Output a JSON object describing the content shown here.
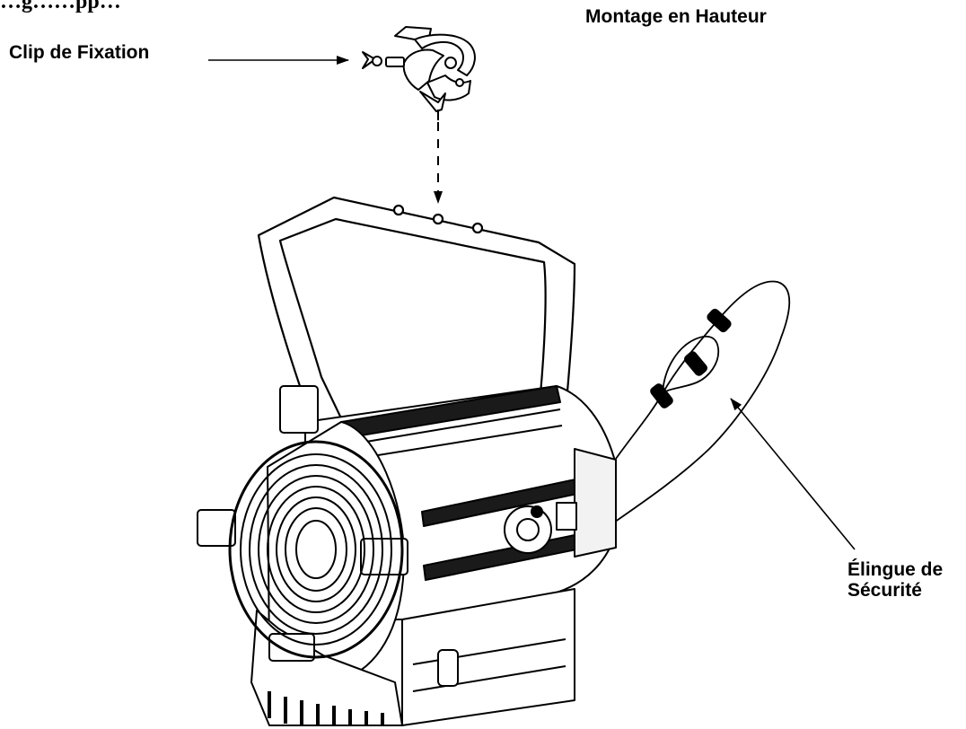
{
  "heading_partial": "…g……pp…",
  "labels": {
    "montage": "Montage en Hauteur",
    "clip": "Clip de Fixation",
    "elingue_line1": "Élingue de",
    "elingue_line2": "Sécurité"
  },
  "colors": {
    "ink": "#000000",
    "background": "#ffffff",
    "fill_light": "#f2f2f2",
    "fill_dark": "#1a1a1a"
  }
}
